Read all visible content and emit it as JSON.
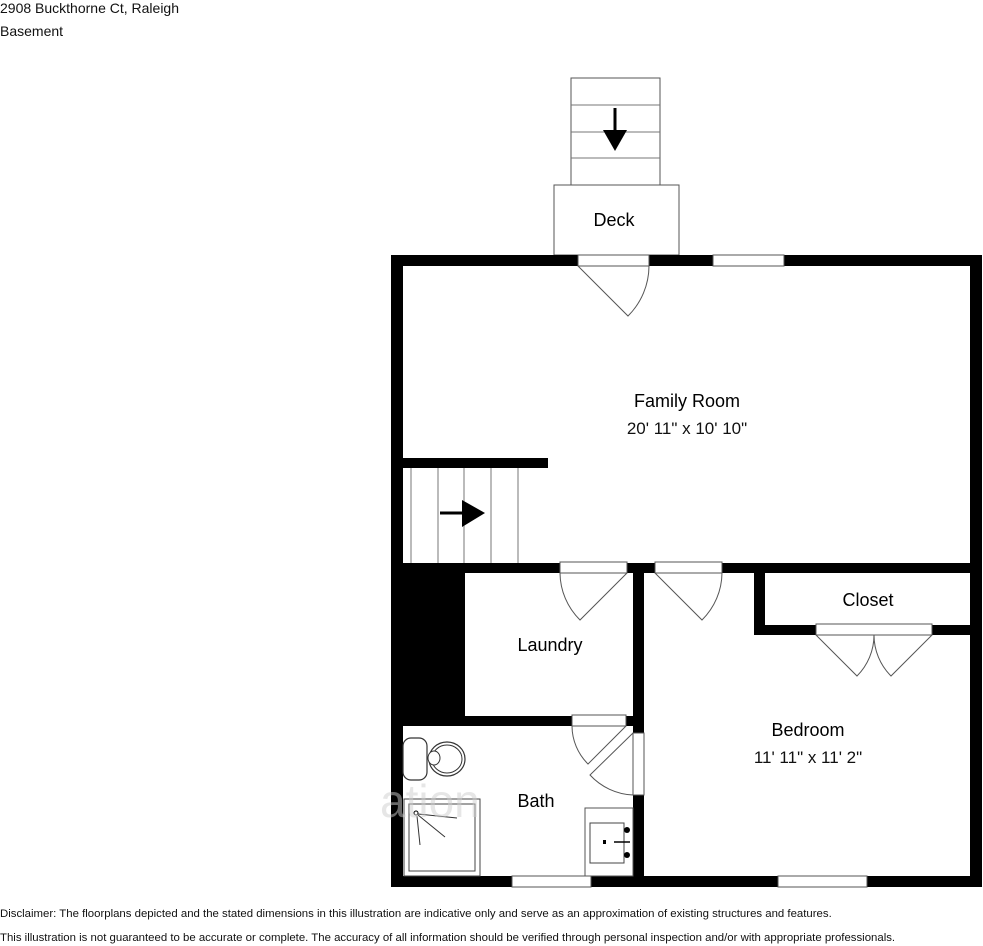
{
  "header": {
    "address": "2908 Buckthorne Ct, Raleigh",
    "floor": "Basement"
  },
  "rooms": {
    "deck": {
      "name": "Deck"
    },
    "family_room": {
      "name": "Family Room",
      "dimensions": "20' 11\" x 10' 10\""
    },
    "laundry": {
      "name": "Laundry"
    },
    "closet": {
      "name": "Closet"
    },
    "bedroom": {
      "name": "Bedroom",
      "dimensions": "11' 11\" x 11' 2\""
    },
    "bath": {
      "name": "Bath"
    }
  },
  "watermark": "ation",
  "disclaimer": {
    "line1": "Disclaimer: The floorplans depicted and the stated dimensions in this illustration are indicative only and serve as an approximation of existing structures and features.",
    "line2": "This illustration is not guaranteed to be accurate or complete. The accuracy of all information should be verified through personal inspection and/or with appropriate professionals."
  },
  "colors": {
    "wall": "#000000",
    "line": "#555555",
    "background": "#ffffff"
  }
}
